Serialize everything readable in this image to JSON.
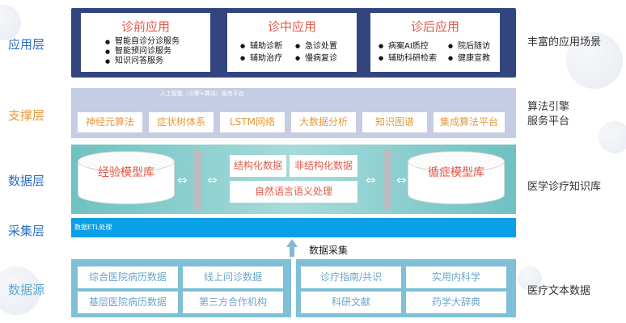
{
  "layers": {
    "app": "应用层",
    "support": "支撑层",
    "data": "数据层",
    "collect": "采集层",
    "source": "数据源"
  },
  "right_labels": {
    "app": "丰富的应用场景",
    "support_line1": "算法引擎",
    "support_line2": "服务平台",
    "data": "医学诊疗知识库",
    "source": "医疗文本数据"
  },
  "app_layer": {
    "pre": {
      "title": "诊前应用",
      "items": [
        "智能自诊分诊服务",
        "智能预问诊服务",
        "知识问答服务"
      ]
    },
    "mid": {
      "title": "诊中应用",
      "col1": [
        "辅助诊断",
        "辅助治疗"
      ],
      "col2": [
        "急诊处置",
        "慢病复诊"
      ]
    },
    "post": {
      "title": "诊后应用",
      "col1": [
        "病案AI质控",
        "辅助科研检索"
      ],
      "col2": [
        "院后随访",
        "健康宣教"
      ]
    }
  },
  "support_layer": {
    "title": "人工智能（引擎+算法）服务平台",
    "chips": [
      "神经元算法",
      "症状树体系",
      "LSTM网络",
      "大数据分析",
      "知识图谱",
      "集成算法平台"
    ]
  },
  "data_layer": {
    "left_db": "经验模型库",
    "right_db": "循症模型库",
    "structured": "结构化数据",
    "unstructured": "非结构化数据",
    "nlp": "自然语言语义处理",
    "arrow": "⇔"
  },
  "collect_layer": {
    "etl": "数据ETL处理",
    "collect": "数据采集"
  },
  "source_layer": {
    "left": [
      "综合医院病历数据",
      "线上问诊数据",
      "基层医院病历数据",
      "第三方合作机构"
    ],
    "right": [
      "诊疗指南/共识",
      "实用内科学",
      "科研文献",
      "药学大辞典"
    ]
  },
  "colors": {
    "app_panel": "#33457f",
    "title_red": "#e05a4a",
    "support_panel": "#c4cde4",
    "support_chip_text": "#e69a3c",
    "data_panel": "#6fc1c2",
    "etl_bar": "#0b9fe7",
    "source_panel": "#7fbfd7",
    "layer_label": "#2a6fc0"
  }
}
